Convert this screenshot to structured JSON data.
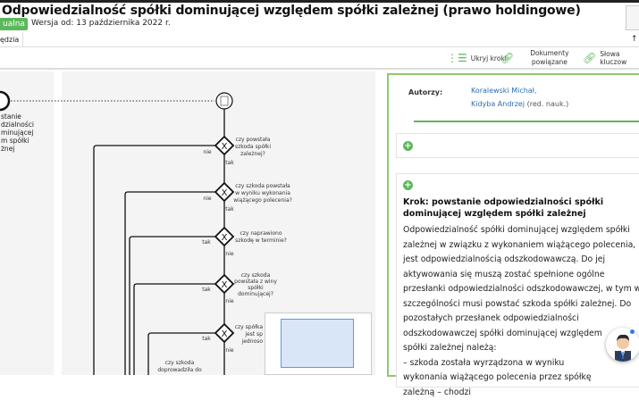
{
  "header": {
    "title": "Odpowiedzialność spółki dominującej względem spółki zależnej (prawo holdingowe)",
    "badge": "ualna",
    "version": "Wersja od: 13 października 2022 r.",
    "tab": "ędzia"
  },
  "toolbar": {
    "hide_steps": "Ukryj kroki",
    "related_docs_1": "Dokumenty",
    "related_docs_2": "powiązane",
    "keywords": "Słowa kluczow"
  },
  "diagram": {
    "start_label": [
      "stanie",
      "dzialności",
      "minującej",
      "m spółki",
      "żnej"
    ],
    "gateways": [
      {
        "q": [
          "czy powstała",
          "szkoda spółki",
          "zależnej?"
        ],
        "left": "nie",
        "down": "tak"
      },
      {
        "q": [
          "czy szkoda powstała",
          "w wyniku wykonania",
          "wiążącego polecenia?"
        ],
        "left": "nie",
        "down": "tak"
      },
      {
        "q": [
          "czy naprawiono",
          "szkodę w terminie?"
        ],
        "left": "tak",
        "down": "nie"
      },
      {
        "q": [
          "czy szkoda",
          "powstała z winy",
          "spółki",
          "dominującej?"
        ],
        "left": "tak",
        "down": "nie"
      },
      {
        "q": [
          "czy spółka",
          "jest sp",
          "jednoso"
        ],
        "left": "tak",
        "down": "nie"
      }
    ],
    "extra_label": [
      "czy szkoda",
      "doprowadziła do"
    ]
  },
  "panel": {
    "authors_label": "Autorzy:",
    "authors": [
      {
        "name": "Koralewski Michał,",
        "suffix": ""
      },
      {
        "name": "Kidyba Andrzej",
        "suffix": " (red. nauk.)"
      }
    ],
    "step_title": "Krok: powstanie odpowiedzialności spółki dominującej względem spółki zależnej",
    "step_body": "Odpowiedzialność spółki dominującej względem spółki zależnej w związku z wykonaniem wiążącego polecenia, jest odpowiedzialnością odszkodowawczą. Do jej aktywowania się muszą zostać spełnione ogólne przesłanki odpowiedzialności odszkodowawczej, w tym w szczególności musi powstać szkoda spółki zależnej. Do pozostałych przesłanek odpowiedzialności odszkodowawczej spółki dominującej względem spółki zależnej należą:",
    "step_body_2": "– szkoda została wyrządzona w wyniku wykonania wiążącego polecenia przez spółkę zależną – chodzi"
  }
}
